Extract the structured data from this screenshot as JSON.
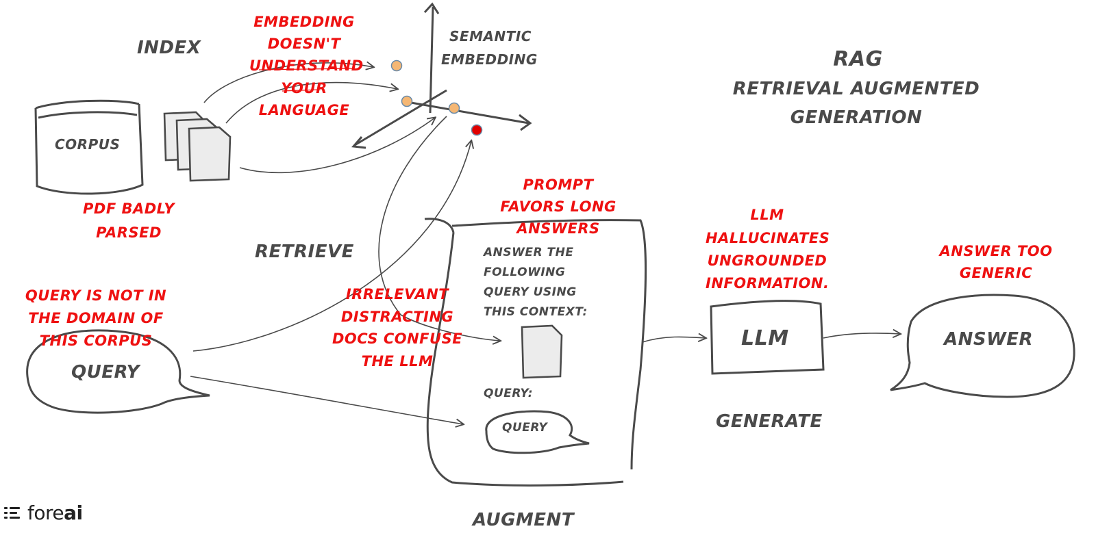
{
  "title": {
    "abbr": "RAG",
    "line1": "Retrieval Augmented",
    "line2": "GEneration"
  },
  "stages": {
    "index": "Index",
    "retrieve": "Retrieve",
    "augment": "Augment",
    "generate": "Generate"
  },
  "nodes": {
    "corpus": "corpus",
    "query": "Query",
    "llm": "LLM",
    "answer": "Answer",
    "embedding_line1": "semantic",
    "embedding_line2": "embedding"
  },
  "prompt": {
    "line1": "Answer the",
    "line2": "following",
    "line3": "query using",
    "line4": "this context:",
    "query_label": "Query:",
    "query_bubble": "Query"
  },
  "failure_notes": {
    "embedding_l1": "Embedding",
    "embedding_l2": "doesn't",
    "embedding_l3": "understand",
    "embedding_l4": "your",
    "embedding_l5": "Language",
    "pdf_l1": "PDF badly",
    "pdf_l2": "parsed",
    "query_l1": "Query is not in",
    "query_l2": "the domain of",
    "query_l3": "this corpus",
    "docs_l1": "irrelevant",
    "docs_l2": "distracting",
    "docs_l3": "docs confuse",
    "docs_l4": "the LLM",
    "prompt_l1": "Prompt",
    "prompt_l2": "favors long",
    "prompt_l3": "Answers",
    "llm_l1": "LLM",
    "llm_l2": "hallucinates",
    "llm_l3": "ungrounded",
    "llm_l4": "information.",
    "answer_l1": "Answer too",
    "answer_l2": "generic"
  },
  "colors": {
    "ink": "#4a4a4a",
    "annotation": "#ee1111",
    "doc_point": "#f5b774",
    "query_point": "#e00000"
  },
  "logo": {
    "icon": "list-lines-icon",
    "text_light": "fore",
    "text_bold": "ai"
  }
}
